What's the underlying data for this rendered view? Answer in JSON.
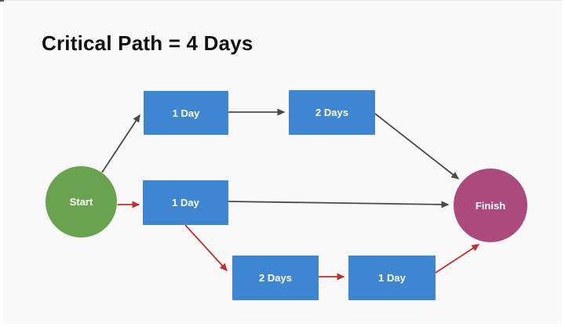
{
  "title": "Critical Path = 4 Days",
  "colors": {
    "canvas_bg": "#f8f8f8",
    "node_blue": "#3e86d2",
    "start_green": "#6aa34f",
    "finish_magenta": "#ac4a7d",
    "critical_red": "#c22f2e",
    "arrow_gray": "#4a4a4a",
    "label_white": "#ffffff",
    "title_black": "#111111"
  },
  "diagram": {
    "type": "network-diagram",
    "nodes": [
      {
        "id": "start",
        "shape": "circle",
        "label": "Start"
      },
      {
        "id": "task-top-1",
        "shape": "rect",
        "label": "1 Day"
      },
      {
        "id": "task-top-2",
        "shape": "rect",
        "label": "2 Days"
      },
      {
        "id": "task-mid-1",
        "shape": "rect",
        "label": "1 Day"
      },
      {
        "id": "task-bot-1",
        "shape": "rect",
        "label": "2 Days"
      },
      {
        "id": "task-bot-2",
        "shape": "rect",
        "label": "1 Day"
      },
      {
        "id": "finish",
        "shape": "circle",
        "label": "Finish"
      }
    ],
    "edges": [
      {
        "from": "start",
        "to": "task-top-1",
        "critical": false
      },
      {
        "from": "task-top-1",
        "to": "task-top-2",
        "critical": false
      },
      {
        "from": "task-top-2",
        "to": "finish",
        "critical": false
      },
      {
        "from": "start",
        "to": "task-mid-1",
        "critical": true
      },
      {
        "from": "task-mid-1",
        "to": "finish",
        "critical": false
      },
      {
        "from": "task-mid-1",
        "to": "task-bot-1",
        "critical": true
      },
      {
        "from": "task-bot-1",
        "to": "task-bot-2",
        "critical": true
      },
      {
        "from": "task-bot-2",
        "to": "finish",
        "critical": true
      }
    ],
    "critical_path_duration_days": 4
  }
}
